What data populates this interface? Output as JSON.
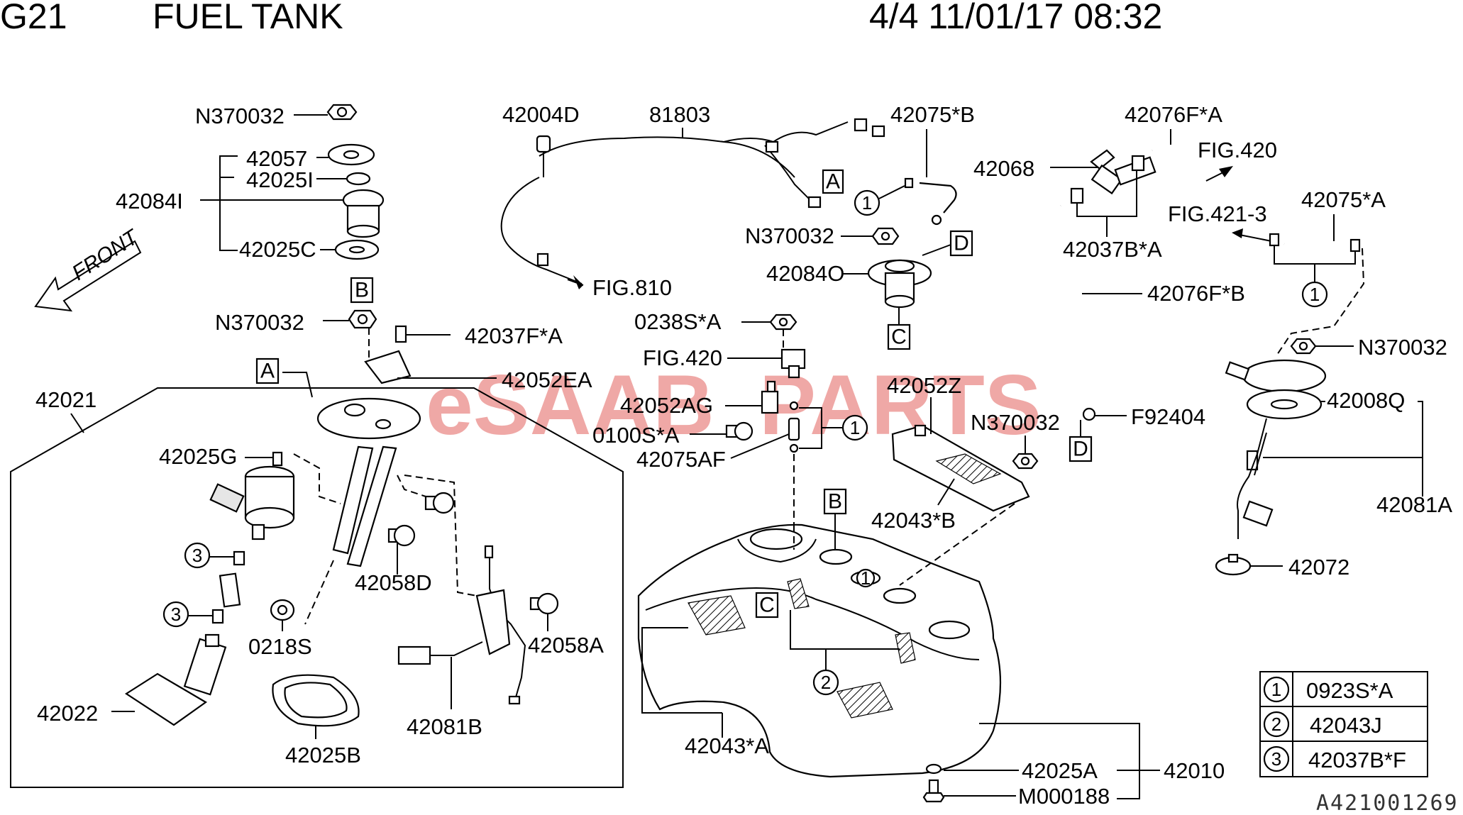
{
  "header": {
    "group": "G21",
    "title": "FUEL TANK",
    "page_info": "4/4 11/01/17 08:32"
  },
  "watermark": {
    "left": "eSAAB",
    "right": "PARTS"
  },
  "drawing_code": "A421001269",
  "front_label": "FRONT",
  "labels": {
    "n370032_top": "N370032",
    "p42057": "42057",
    "p42025i": "42025I",
    "p42084i": "42084I",
    "p42025c": "42025C",
    "n370032_b": "N370032",
    "p42037fa": "42037F*A",
    "p42052ea": "42052EA",
    "p42021": "42021",
    "p42025g": "42025G",
    "p42058d": "42058D",
    "p0218s": "0218S",
    "p42022": "42022",
    "p42025b": "42025B",
    "p42081b": "42081B",
    "p42058a": "42058A",
    "p42004d": "42004D",
    "p81803": "81803",
    "fig810": "FIG.810",
    "p42075b": "42075*B",
    "n370032_mid": "N370032",
    "p42084o": "42084O",
    "p0238sa": "0238S*A",
    "fig420_mid": "FIG.420",
    "p42052ag": "42052AG",
    "p0100sa": "0100S*A",
    "p42075af": "42075AF",
    "p42052z": "42052Z",
    "n370032_z": "N370032",
    "p42043b": "42043*B",
    "p42043a": "42043*A",
    "p42025a": "42025A",
    "m000188": "M000188",
    "p42010": "42010",
    "p42068": "42068",
    "p42076fa": "42076F*A",
    "fig420_right": "FIG.420",
    "fig421_3": "FIG.421-3",
    "p42037ba": "42037B*A",
    "p42075a": "42075*A",
    "p42076fb": "42076F*B",
    "f92404": "F92404",
    "n370032_right": "N370032",
    "p42008q": "42008Q",
    "p42081a": "42081A",
    "p42072": "42072"
  },
  "refs": {
    "a": "A",
    "b": "B",
    "c": "C",
    "d": "D",
    "one": "1",
    "two": "2",
    "three": "3"
  },
  "legend": [
    {
      "num": "1",
      "part": "0923S*A"
    },
    {
      "num": "2",
      "part": "42043J"
    },
    {
      "num": "3",
      "part": "42037B*F"
    }
  ]
}
